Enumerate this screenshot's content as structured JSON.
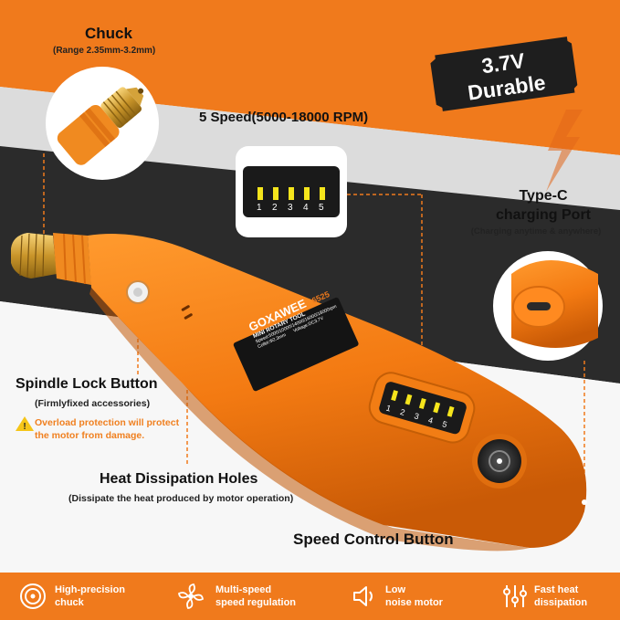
{
  "badge": {
    "line1": "3.7V",
    "line2": "Durable"
  },
  "callouts": {
    "chuck": {
      "title": "Chuck",
      "sub": "(Range 2.35mm-3.2mm)"
    },
    "speed": {
      "title": "5 Speed(5000-18000 RPM)"
    },
    "typec": {
      "title_line1": "Type-C",
      "title_line2": "charging Port",
      "sub": "(Charging anytime & anywhere)"
    },
    "spindle": {
      "title": "Spindle Lock Button",
      "sub": "(Firmlyfixed accessories)",
      "warning": "Overload protection will protect the motor from damage."
    },
    "heat": {
      "title": "Heat Dissipation Holes",
      "sub": "(Dissipate the heat produced by motor operation)"
    },
    "speed_button": {
      "title": "Speed Control Button"
    }
  },
  "lcd": {
    "digits": [
      "1",
      "2",
      "3",
      "4",
      "5"
    ]
  },
  "product": {
    "brand": "GOXAWEE",
    "model": "6525",
    "type": "MINI ROTARY TOOL",
    "spec_speed": "Speed:5000/10000/14000/16000/18000rpm",
    "spec_collet": "Collet:Ф2.3mm",
    "spec_voltage": "Voltage:DC3.7V"
  },
  "features": [
    {
      "icon": "chuck-icon",
      "line1": "High-precision",
      "line2": "chuck"
    },
    {
      "icon": "fan-icon",
      "line1": "Multi-speed",
      "line2": "speed regulation"
    },
    {
      "icon": "speaker-icon",
      "line1": "Low",
      "line2": "noise motor"
    },
    {
      "icon": "sliders-icon",
      "line1": "Fast heat",
      "line2": "dissipation"
    }
  ],
  "colors": {
    "orange": "#f07a1c",
    "dark": "#2a2a2a",
    "lcd_bar": "#f5e51c"
  }
}
